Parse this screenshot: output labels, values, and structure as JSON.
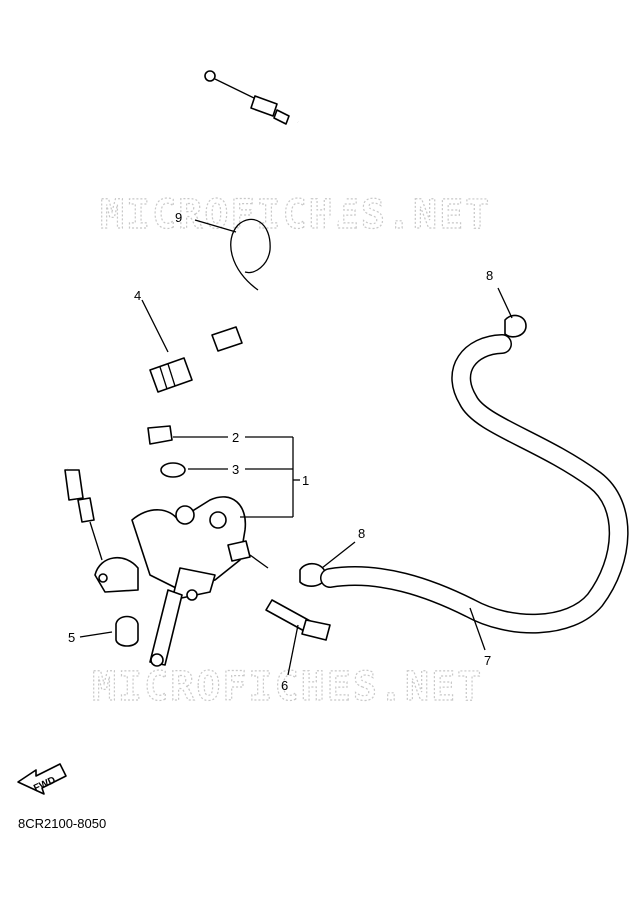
{
  "watermarks": [
    "MICROFICHES.NET",
    "MICROFICHES.NET"
  ],
  "callouts": [
    "1",
    "2",
    "3",
    "4",
    "5",
    "6",
    "7",
    "8",
    "8",
    "9"
  ],
  "fwd_label": "FWD",
  "diagram_code": "8CR2100-8050"
}
